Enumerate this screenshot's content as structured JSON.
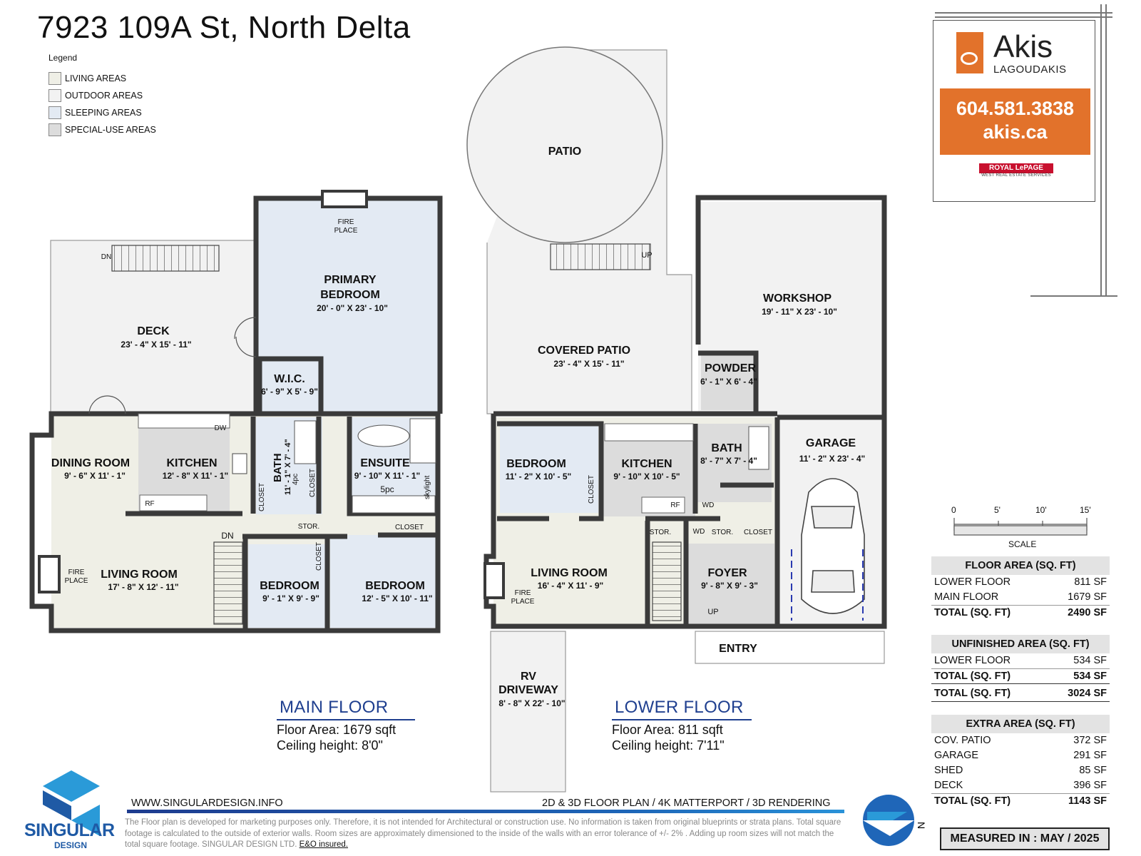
{
  "title": "7923 109A St, North Delta",
  "legend": {
    "heading": "Legend",
    "items": [
      {
        "label": "LIVING AREAS",
        "color": "#efefe6"
      },
      {
        "label": "OUTDOOR AREAS",
        "color": "#f2f2f2"
      },
      {
        "label": "SLEEPING AREAS",
        "color": "#e3eaf3"
      },
      {
        "label": "SPECIAL-USE AREAS",
        "color": "#dcdcdc"
      }
    ]
  },
  "colors": {
    "living": "#efefe6",
    "outdoor": "#f2f2f2",
    "sleeping": "#e3eaf3",
    "special": "#dcdcdc",
    "wall": "#3a3a3a",
    "accent": "#e2722b",
    "brand_blue": "#1f3f8f"
  },
  "main_floor": {
    "label": "MAIN FLOOR",
    "floor_area": "Floor Area: 1679 sqft",
    "ceiling": "Ceiling height: 8'0\"",
    "rooms": {
      "deck": {
        "name": "DECK",
        "dims": "23' - 4\" X 15' - 11\""
      },
      "primary": {
        "name1": "PRIMARY",
        "name2": "BEDROOM",
        "dims": "20' - 0\" X 23' - 10\""
      },
      "fireplace_top": {
        "l1": "FIRE",
        "l2": "PLACE"
      },
      "wic": {
        "name": "W.I.C.",
        "dims": "6' - 9\" X 5' - 9\""
      },
      "dining": {
        "name": "DINING ROOM",
        "dims": "9' - 6\" X 11' - 1\""
      },
      "kitchen": {
        "name": "KITCHEN",
        "dims": "12' - 8\" X 11' - 1\""
      },
      "bath": {
        "name": "BATH",
        "dims": "11' - 1\" X 7' - 4\"",
        "pc": "4pc"
      },
      "ensuite": {
        "name": "ENSUITE",
        "dims": "9' - 10\" X 11' - 1\"",
        "pc": "5pc",
        "skylight": "skylight"
      },
      "living": {
        "name": "LIVING ROOM",
        "dims": "17' - 8\" X 12' - 11\""
      },
      "fireplace_side": {
        "l1": "FIRE",
        "l2": "PLACE"
      },
      "bedroom2": {
        "name": "BEDROOM",
        "dims": "9' - 1\" X 9' - 9\""
      },
      "bedroom3": {
        "name": "BEDROOM",
        "dims": "12' - 5\" X 10' - 11\""
      },
      "closet_a": "CLOSET",
      "closet_b": "CLOSET",
      "closet_c": "CLOSET",
      "closet_d": "CLOSET",
      "stor": "STOR.",
      "dn1": "DN",
      "dn2": "DN",
      "dw": "DW",
      "rf": "RF"
    }
  },
  "lower_floor": {
    "label": "LOWER FLOOR",
    "floor_area": "Floor Area: 811 sqft",
    "ceiling": "Ceiling height: 7'11\"",
    "rooms": {
      "patio": {
        "name": "PATIO"
      },
      "covered_patio": {
        "name": "COVERED PATIO",
        "dims": "23' - 4\" X 15' - 11\""
      },
      "workshop": {
        "name": "WORKSHOP",
        "dims": "19' - 11\" X 23' - 10\""
      },
      "powder": {
        "name": "POWDER",
        "dims": "6' - 1\" X 6' - 4\""
      },
      "bedroom": {
        "name": "BEDROOM",
        "dims": "11' - 2\" X 10' - 5\""
      },
      "kitchen": {
        "name": "KITCHEN",
        "dims": "9' - 10\" X 10' - 5\""
      },
      "bath": {
        "name": "BATH",
        "dims": "8' - 7\" X 7' - 4\""
      },
      "garage": {
        "name": "GARAGE",
        "dims": "11' - 2\" X 23' - 4\""
      },
      "living": {
        "name": "LIVING ROOM",
        "dims": "16' - 4\" X 11' - 9\""
      },
      "fireplace": {
        "l1": "FIRE",
        "l2": "PLACE"
      },
      "foyer": {
        "name": "FOYER",
        "dims": "9' - 8\" X 9' - 3\""
      },
      "entry": {
        "name": "ENTRY"
      },
      "rv": {
        "name1": "RV",
        "name2": "DRIVEWAY",
        "dims": "8' - 8\" X 22' - 10\""
      },
      "closet_a": "CLOSET",
      "closet_b": "CLOSET",
      "stor_a": "STOR.",
      "stor_b": "STOR.",
      "wd_a": "WD",
      "wd_b": "WD",
      "rf": "RF",
      "up1": "UP",
      "up2": "UP"
    }
  },
  "sign": {
    "name": "Akis",
    "surname": "LAGOUDAKIS",
    "phone": "604.581.3838",
    "web": "akis.ca",
    "brand": "ROYAL LePAGE",
    "brand_sub": "WEST REAL ESTATE SERVICES"
  },
  "scale": {
    "ticks": [
      "0",
      "5'",
      "10'",
      "15'"
    ],
    "label": "SCALE"
  },
  "floor_area": {
    "heading": "FLOOR AREA (SQ. FT)",
    "rows": [
      {
        "label": "LOWER FLOOR",
        "value": "811 SF"
      },
      {
        "label": "MAIN FLOOR",
        "value": "1679 SF"
      }
    ],
    "total": {
      "label": "TOTAL (SQ. FT)",
      "value": "2490 SF"
    }
  },
  "unfinished_area": {
    "heading": "UNFINISHED AREA (SQ. FT)",
    "rows": [
      {
        "label": "LOWER FLOOR",
        "value": "534 SF"
      }
    ],
    "total": {
      "label": "TOTAL (SQ. FT)",
      "value": "534 SF"
    }
  },
  "grand_total": {
    "label": "TOTAL (SQ. FT)",
    "value": "3024 SF"
  },
  "extra_area": {
    "heading": "EXTRA AREA (SQ. FT)",
    "rows": [
      {
        "label": "COV. PATIO",
        "value": "372 SF"
      },
      {
        "label": "GARAGE",
        "value": "291 SF"
      },
      {
        "label": "SHED",
        "value": "85 SF"
      },
      {
        "label": "DECK",
        "value": "396 SF"
      }
    ],
    "total": {
      "label": "TOTAL (SQ. FT)",
      "value": "1143 SF"
    }
  },
  "measured": "MEASURED IN : MAY / 2025",
  "footer": {
    "url": "WWW.SINGULARDESIGN.INFO",
    "services": "2D & 3D FLOOR PLAN / 4K MATTERPORT / 3D RENDERING",
    "disclaimer": "The Floor plan is developed for marketing purposes only. Therefore, it is not intended for Architectural or construction use. No information is taken from original blueprints or strata plans. Total square footage is calculated to the outside of exterior walls. Room sizes are approximately dimensioned to the inside of the walls with an error tolerance of +/- 2% . Adding up room sizes will not match the total square footage. SINGULAR DESIGN LTD.",
    "eo": "E&O insured."
  },
  "logo": {
    "l1": "SINGULAR",
    "l2": "DESIGN"
  },
  "compass": {
    "n": "N"
  }
}
